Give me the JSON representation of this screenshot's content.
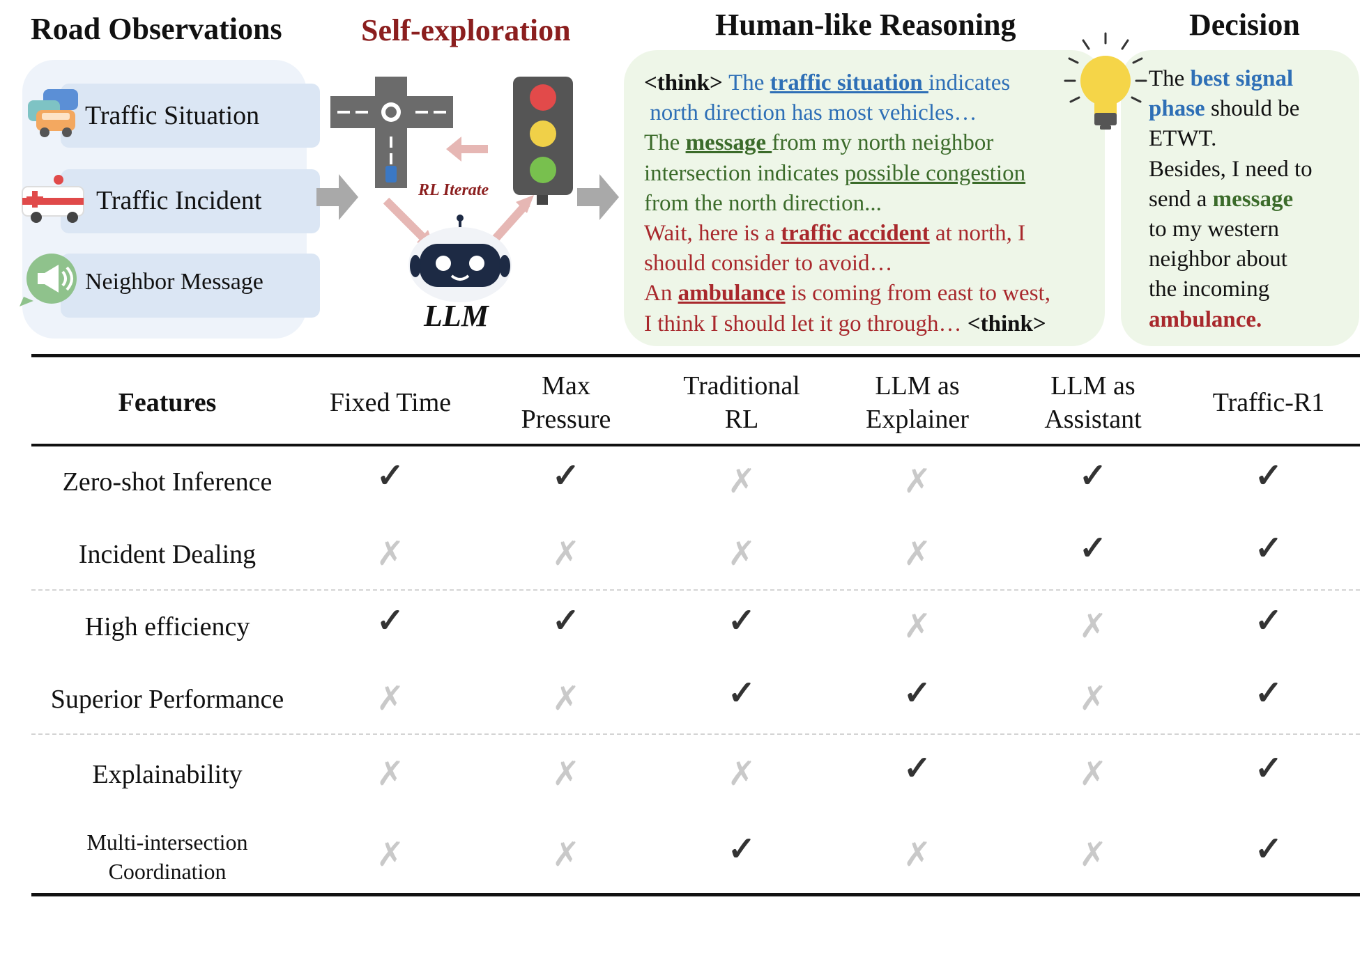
{
  "top": {
    "road_observations": {
      "title": "Road Observations",
      "items": [
        "Traffic Situation",
        "Traffic Incident",
        "Neighbor Message"
      ]
    },
    "self_exploration": {
      "title": "Self-exploration",
      "rl_label": "RL Iterate",
      "llm_label": "LLM"
    },
    "reasoning": {
      "title": "Human-like Reasoning",
      "lines": [
        [
          {
            "t": "<think> ",
            "c": "black",
            "b": true
          },
          {
            "t": "The ",
            "c": "blue"
          },
          {
            "t": "traffic situation ",
            "c": "blue",
            "b": true,
            "u": true
          },
          {
            "t": "indicates",
            "c": "blue"
          }
        ],
        [
          {
            "t": " north direction has most vehicles…",
            "c": "blue"
          }
        ],
        [
          {
            "t": "The ",
            "c": "green"
          },
          {
            "t": "message ",
            "c": "green",
            "b": true,
            "u": true
          },
          {
            "t": "from my north neighbor",
            "c": "green"
          }
        ],
        [
          {
            "t": "intersection indicates ",
            "c": "green"
          },
          {
            "t": "possible congestion",
            "c": "green",
            "u": true
          }
        ],
        [
          {
            "t": "from the north direction...",
            "c": "green"
          }
        ],
        [
          {
            "t": "Wait, here is a ",
            "c": "red"
          },
          {
            "t": "traffic accident",
            "c": "red",
            "b": true,
            "u": true
          },
          {
            "t": " at north, I",
            "c": "red"
          }
        ],
        [
          {
            "t": "should consider to avoid…",
            "c": "red"
          }
        ],
        [
          {
            "t": "An ",
            "c": "red"
          },
          {
            "t": "ambulance",
            "c": "red",
            "b": true,
            "u": true
          },
          {
            "t": " is coming from east to west,",
            "c": "red"
          }
        ],
        [
          {
            "t": "I think I should let it go through… ",
            "c": "red"
          },
          {
            "t": "<think>",
            "c": "black",
            "b": true
          }
        ]
      ]
    },
    "decision": {
      "title": "Decision",
      "lines": [
        [
          {
            "t": "The ",
            "c": "black"
          },
          {
            "t": "best signal",
            "c": "blue",
            "b": true
          }
        ],
        [
          {
            "t": "phase",
            "c": "blue",
            "b": true
          },
          {
            "t": " should be",
            "c": "black"
          }
        ],
        [
          {
            "t": "ETWT.",
            "c": "black"
          }
        ],
        [
          {
            "t": "Besides, I need to",
            "c": "black"
          }
        ],
        [
          {
            "t": "send a ",
            "c": "black"
          },
          {
            "t": "message",
            "c": "green",
            "b": true
          }
        ],
        [
          {
            "t": "to my western",
            "c": "black"
          }
        ],
        [
          {
            "t": "neighbor about",
            "c": "black"
          }
        ],
        [
          {
            "t": "the incoming",
            "c": "black"
          }
        ],
        [
          {
            "t": "ambulance.",
            "c": "red",
            "b": true
          }
        ]
      ]
    }
  },
  "colors": {
    "blue": "#2e6fb6",
    "green": "#3b6b2a",
    "red": "#a8282c",
    "black": "#111111"
  },
  "table": {
    "header_label": "Features",
    "columns": [
      [
        "Fixed Time"
      ],
      [
        "Max",
        "Pressure"
      ],
      [
        "Traditional",
        "RL"
      ],
      [
        "LLM as",
        "Explainer"
      ],
      [
        "LLM as",
        "Assistant"
      ],
      [
        "Traffic-R1"
      ]
    ],
    "rows": [
      {
        "feature": [
          "Zero-shot Inference"
        ],
        "values": [
          true,
          true,
          false,
          false,
          true,
          true
        ]
      },
      {
        "feature": [
          "Incident Dealing"
        ],
        "values": [
          false,
          false,
          false,
          false,
          true,
          true
        ]
      },
      {
        "feature": [
          "High efficiency"
        ],
        "values": [
          true,
          true,
          true,
          false,
          false,
          true
        ]
      },
      {
        "feature": [
          "Superior Performance"
        ],
        "values": [
          false,
          false,
          true,
          true,
          false,
          true
        ]
      },
      {
        "feature": [
          "Explainability"
        ],
        "values": [
          false,
          false,
          false,
          true,
          false,
          true
        ]
      },
      {
        "feature": [
          "Multi-intersection",
          "Coordination"
        ],
        "values": [
          false,
          false,
          true,
          false,
          false,
          true
        ]
      }
    ],
    "marks": {
      "yes": "✓",
      "no": "✗"
    }
  }
}
